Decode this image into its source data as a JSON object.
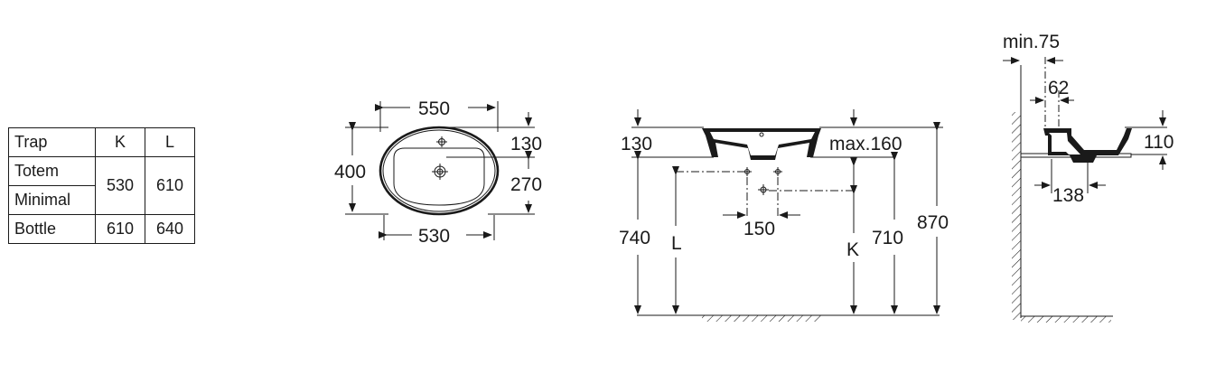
{
  "table": {
    "headers": [
      "Trap",
      "K",
      "L"
    ],
    "rows": [
      {
        "name": "Totem",
        "K": "530",
        "L": "610"
      },
      {
        "name": "Minimal"
      },
      {
        "name": "Bottle",
        "K": "610",
        "L": "640"
      }
    ]
  },
  "top_view": {
    "width_outer": "550",
    "width_inner": "530",
    "depth": "400",
    "tap_hole_offset": "130",
    "drain_offset": "270"
  },
  "front_view": {
    "basin_height": "130",
    "max_height": "max.160",
    "mount_height": "740",
    "trap_L": "L",
    "trap_K": "K",
    "fixing_spacing": "150",
    "fixing_height": "710",
    "total_height": "870"
  },
  "side_view": {
    "min_wall": "min.75",
    "offset": "62",
    "height": "110",
    "depth": "138"
  }
}
